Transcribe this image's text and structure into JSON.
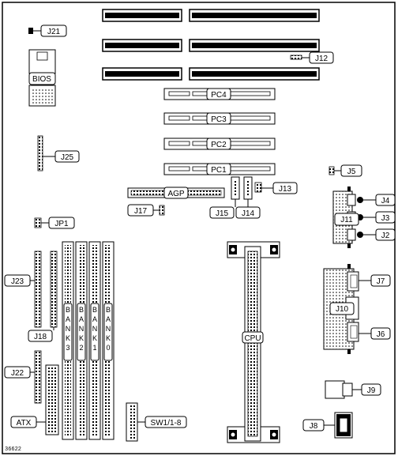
{
  "figure_number": "36622",
  "labels": {
    "j21": "J21",
    "bios": "BIOS",
    "j12": "J12",
    "pc4": "PC4",
    "pc3": "PC3",
    "pc2": "PC2",
    "pc1": "PC1",
    "j25": "J25",
    "j5": "J5",
    "j13": "J13",
    "agp": "AGP",
    "j4": "J4",
    "j17": "J17",
    "j15": "J15",
    "j14": "J14",
    "j11": "J11",
    "j3": "J3",
    "jp1": "JP1",
    "j2": "J2",
    "j7": "J7",
    "j23": "J23",
    "j10": "J10",
    "j18": "J18",
    "cpu": "CPU",
    "j6": "J6",
    "j22": "J22",
    "j9": "J9",
    "atx": "ATX",
    "sw1": "SW1/1-8",
    "j8": "J8"
  },
  "banks": [
    "BANK3",
    "BANK2",
    "BANK1",
    "BANK0"
  ]
}
